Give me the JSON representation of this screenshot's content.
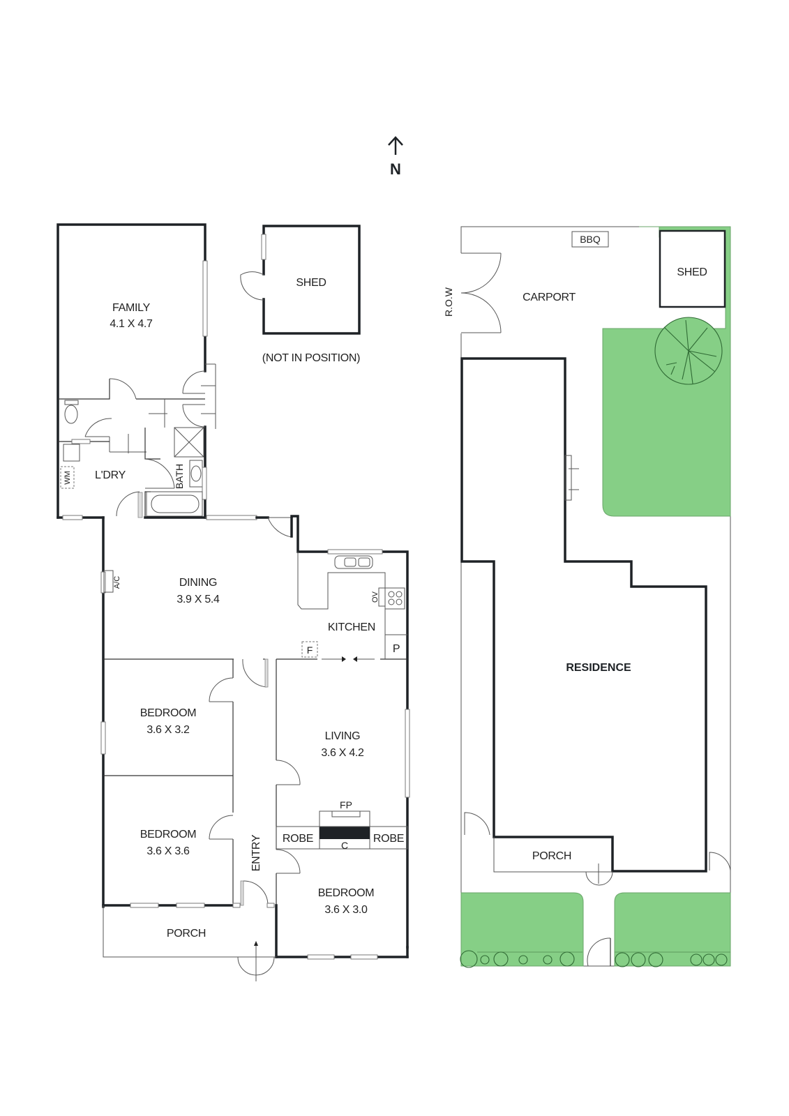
{
  "compass": {
    "letter": "N"
  },
  "floor_plan": {
    "rooms": {
      "family": {
        "name": "FAMILY",
        "dims": "4.1 X 4.7"
      },
      "laundry": {
        "name": "L'DRY"
      },
      "bath": {
        "name": "BATH"
      },
      "wm": {
        "name": "WM"
      },
      "dining": {
        "name": "DINING",
        "dims": "3.9 X 5.4"
      },
      "ac": {
        "name": "A/C"
      },
      "kitchen": {
        "name": "KITCHEN"
      },
      "oven": {
        "name": "OV"
      },
      "pantry": {
        "name": "P"
      },
      "fridge": {
        "name": "F"
      },
      "bedroom1": {
        "name": "BEDROOM",
        "dims": "3.6 X 3.2"
      },
      "bedroom2": {
        "name": "BEDROOM",
        "dims": "3.6 X 3.6"
      },
      "bedroom3": {
        "name": "BEDROOM",
        "dims": "3.6 X 3.0"
      },
      "living": {
        "name": "LIVING",
        "dims": "3.6 X 4.2"
      },
      "fireplace": {
        "name": "FP"
      },
      "chimney": {
        "name": "C"
      },
      "robe_left": {
        "name": "ROBE"
      },
      "robe_right": {
        "name": "ROBE"
      },
      "entry": {
        "name": "ENTRY"
      },
      "porch": {
        "name": "PORCH"
      }
    },
    "shed": {
      "name": "SHED",
      "note": "(NOT IN POSITION)"
    }
  },
  "site_plan": {
    "row": "R.O.W",
    "carport": "CARPORT",
    "bbq": "BBQ",
    "shed": "SHED",
    "residence": "RESIDENCE",
    "porch": "PORCH",
    "grass_color": "#86cf86",
    "wall_color": "#1e2226"
  }
}
